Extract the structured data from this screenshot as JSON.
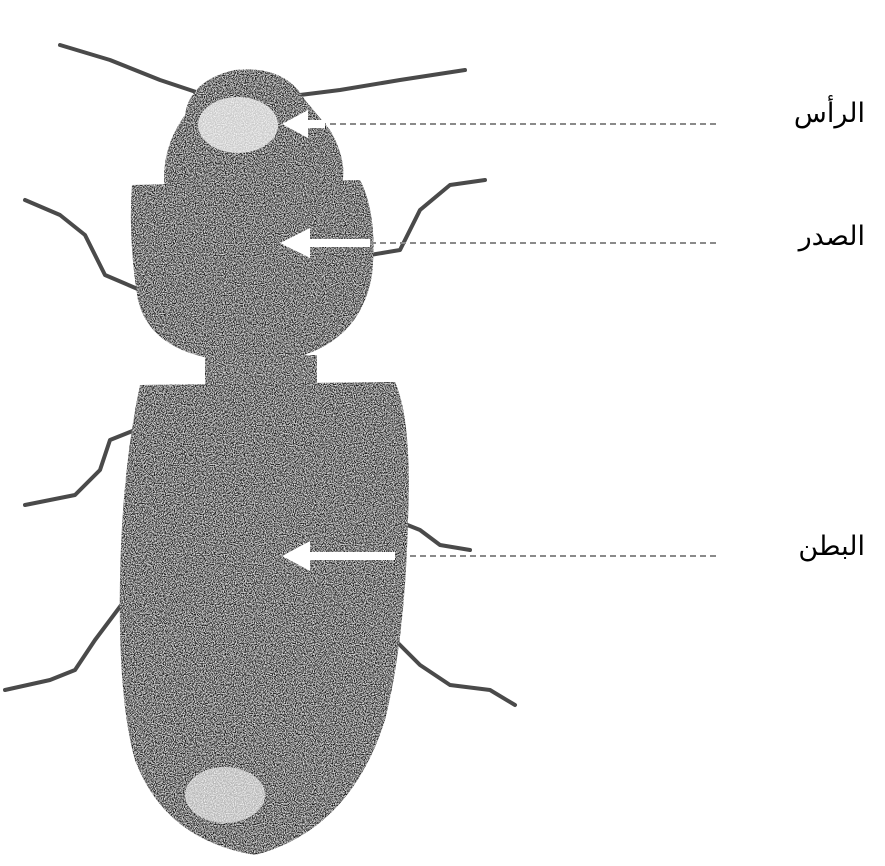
{
  "labels": {
    "head": "الرأس",
    "thorax": "الصدر",
    "abdomen": "البطن"
  },
  "colors": {
    "body": "#1b1b1b",
    "leader_line": "#8a8a8a",
    "arrow": "#ffffff"
  }
}
